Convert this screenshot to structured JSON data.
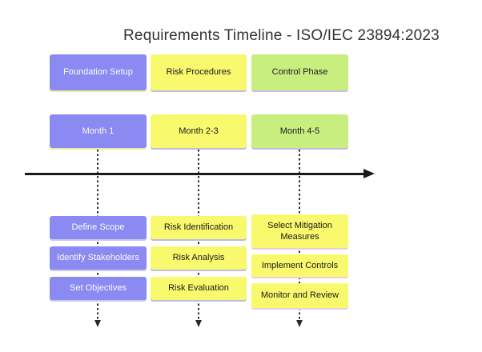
{
  "title": "Requirements Timeline - ISO/IEC 23894:2023",
  "palette": {
    "foundation_purple": "#8a8af2",
    "risk_yellow": "#f9f96d",
    "control_green": "#c9ee80",
    "axis_black": "#1a1a1a"
  },
  "phases": [
    {
      "name": "Foundation Setup",
      "period": "Month 1",
      "tasks": [
        "Define Scope",
        "Identify Stakeholders",
        "Set Objectives"
      ]
    },
    {
      "name": "Risk Procedures",
      "period": "Month 2-3",
      "tasks": [
        "Risk Identification",
        "Risk Analysis",
        "Risk Evaluation"
      ]
    },
    {
      "name": "Control Phase",
      "period": "Month 4-5",
      "tasks": [
        "Select Mitigation Measures",
        "Implement Controls",
        "Monitor and Review"
      ]
    }
  ]
}
